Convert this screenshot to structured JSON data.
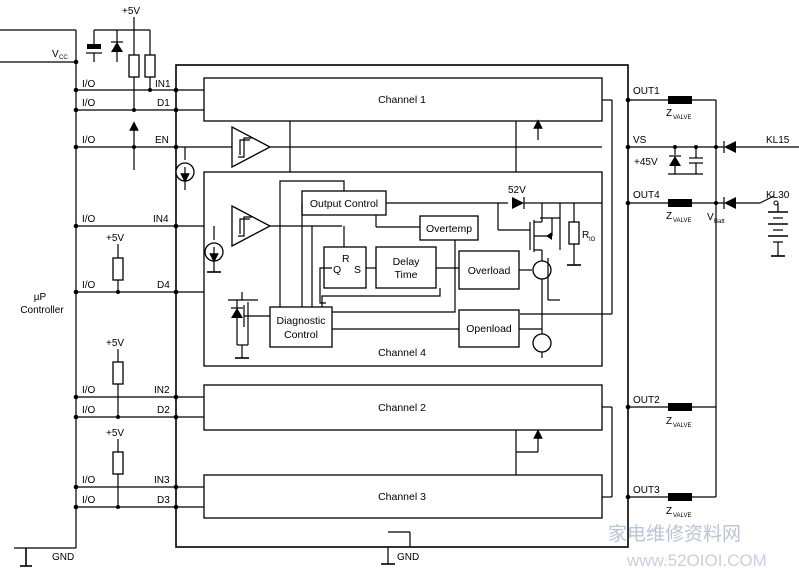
{
  "supply": {
    "plus5v": "+5V",
    "vcc": "V",
    "vcc_sub": "CC"
  },
  "controller": {
    "line1": "µP",
    "line2": "Controller"
  },
  "ports": {
    "io": "I/O",
    "in1": "IN1",
    "d1": "D1",
    "en": "EN",
    "in4": "IN4",
    "d4": "D4",
    "in2": "IN2",
    "d2": "D2",
    "in3": "IN3",
    "d3": "D3"
  },
  "blocks": {
    "channel1": "Channel 1",
    "channel2": "Channel 2",
    "channel3": "Channel 3",
    "channel4": "Channel 4",
    "output_control": "Output Control",
    "overtemp": "Overtemp",
    "q": "Q",
    "r": "R",
    "s": "S",
    "delay1": "Delay",
    "delay2": "Time",
    "overload": "Overload",
    "openload": "Openload",
    "diag1": "Diagnostic",
    "diag2": "Control",
    "clamp": "52V",
    "rio": "R",
    "rio_sub": "IO"
  },
  "outputs": {
    "out1": "OUT1",
    "out2": "OUT2",
    "out3": "OUT3",
    "out4": "OUT4",
    "vs": "VS",
    "plus45v": "+45V",
    "kl15": "KL15",
    "kl30": "KL30",
    "zvalve": "Z",
    "zvalve_sub": "VALVE",
    "vbatt": "V",
    "vbatt_sub": "Batt"
  },
  "ground": "GND",
  "watermark": {
    "text": "家电维修资料网",
    "url": "www.52OIOI.COM"
  }
}
